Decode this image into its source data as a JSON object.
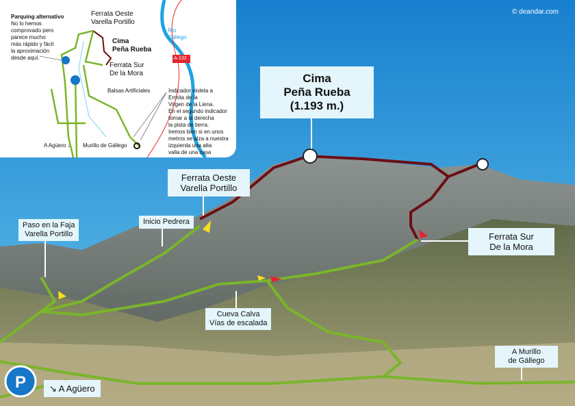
{
  "copyright": "© deandar.com",
  "labels": {
    "peak": [
      "Cima",
      "Peña Rueba",
      "(1.193 m.)"
    ],
    "oeste": [
      "Ferrata Oeste",
      "Varella Portillo"
    ],
    "sur": [
      "Ferrata Sur",
      "De la Mora"
    ],
    "inicio": "Inicio Pedrera",
    "faja": [
      "Paso en la Faja",
      "Varella Portillo"
    ],
    "cueva": [
      "Cueva Calva",
      "Vías de escalada"
    ],
    "murillo": [
      "A Murillo",
      "de Gállego"
    ],
    "aguero": "A Agüero",
    "parking": "P"
  },
  "inset": {
    "parquing_title": "Parquing alternativo",
    "parquing_text": [
      "No lo hemos",
      "comprovado pero",
      "parece mucho",
      "más rápido y fácil",
      "la aproximación",
      "desde aquí."
    ],
    "oeste": [
      "Ferrata Oeste",
      "Varella Portillo"
    ],
    "cima": [
      "Cima",
      "Peña Rueba"
    ],
    "sur": [
      "Ferrata Sur",
      "De la Mora"
    ],
    "rio": [
      "Río",
      "Gállego"
    ],
    "road": "A-132",
    "balsas": "Balsas Artificiales",
    "indicador": [
      "Indicador violeta a",
      "Ermita de la",
      "Virgen de la Liena.",
      "En el segundo indicador",
      "tomar a la derecha",
      "la pista de tierra.",
      "Iremos bien si en unos",
      "metros se alza a nuestra",
      "izquierda una alta",
      "valla de una casa"
    ],
    "aguero": "A Agüero",
    "murillo": "Murillo de Gállego",
    "p": "P"
  },
  "colors": {
    "trail": "#7ab52a",
    "summit": "#6b0f14",
    "sky": "#1b8fd6"
  }
}
